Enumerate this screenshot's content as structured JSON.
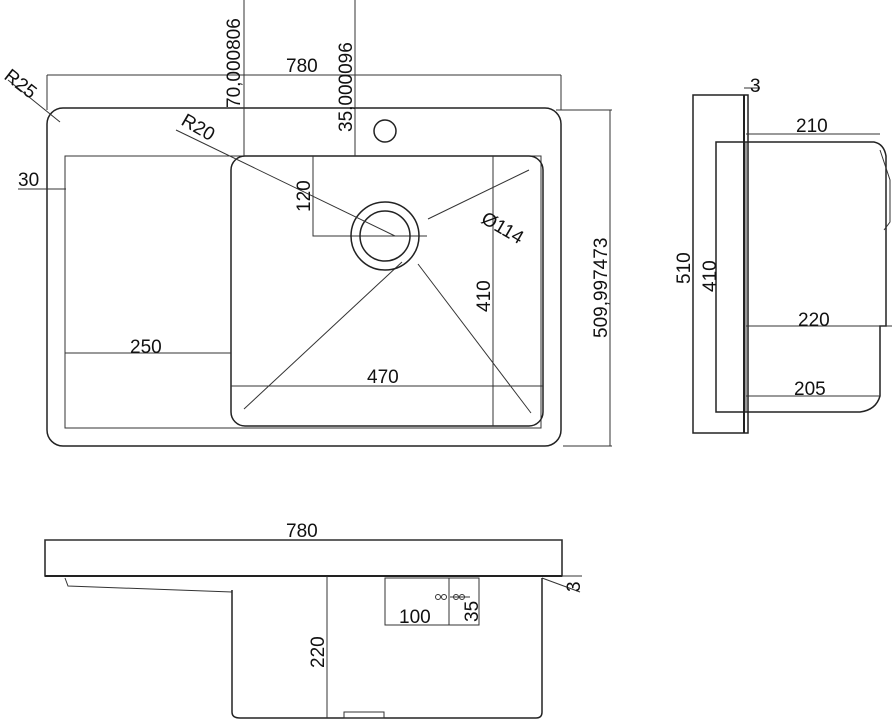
{
  "top_view": {
    "width": "780",
    "height": "509,997473",
    "drain_offset_x": "70,000806",
    "tap_offset": "35,000096",
    "corner_radius": "R25",
    "bowl_radius": "R20",
    "drain_diameter": "Ø114",
    "drain_offset_y": "120",
    "bowl_depth": "410",
    "bowl_width": "470",
    "drainboard_width": "250",
    "rim": "30"
  },
  "side_view": {
    "thickness": "3",
    "top_width": "210",
    "outer_height": "510",
    "bowl_height": "410",
    "mid_width": "220",
    "bottom_width": "205"
  },
  "front_view": {
    "width": "780",
    "thickness": "3",
    "depth": "220",
    "overflow_width": "100",
    "overflow_offset": "35"
  }
}
